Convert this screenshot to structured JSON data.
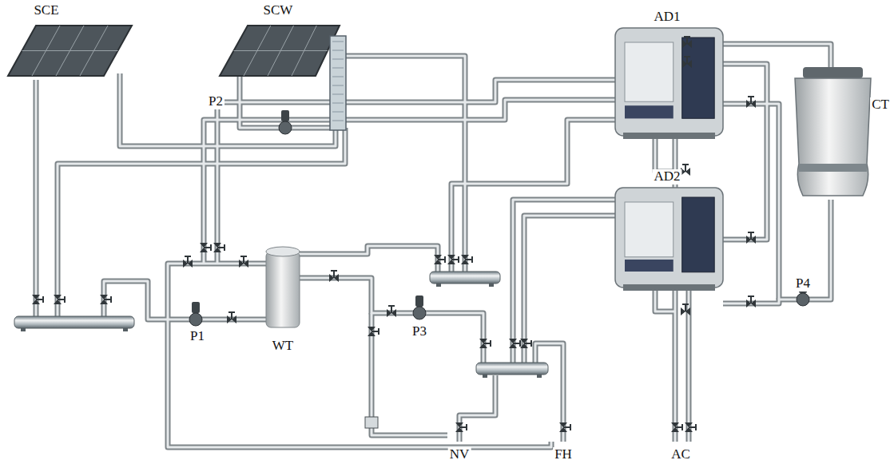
{
  "diagram": {
    "labels": [
      "SCE",
      "SCW",
      "AD1",
      "CT",
      "P2",
      "AD2",
      "P1",
      "WT",
      "P3",
      "P4",
      "NV",
      "FH",
      "AC"
    ]
  }
}
